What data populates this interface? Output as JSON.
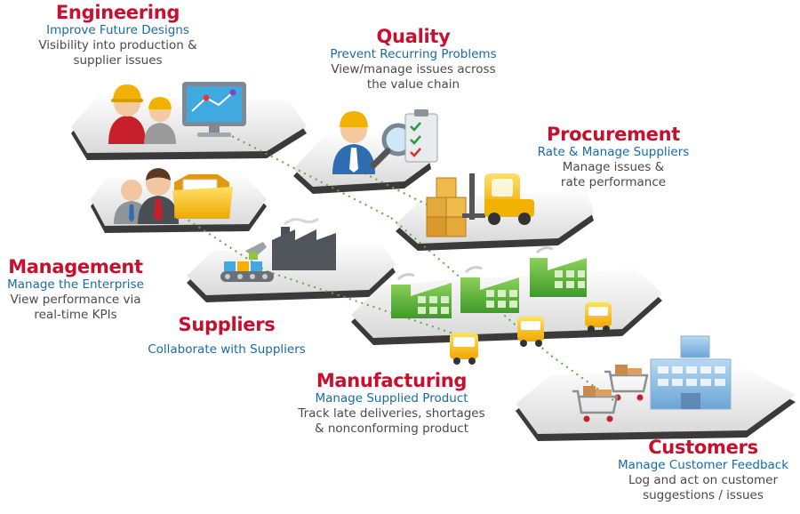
{
  "nodes": [
    {
      "id": "engineering",
      "title": "Engineering",
      "subtitle": "Improve Future Designs",
      "desc": [
        "Visibility into production &",
        "supplier issues"
      ]
    },
    {
      "id": "quality",
      "title": "Quality",
      "subtitle": "Prevent Recurring Problems",
      "desc": [
        "View/manage issues across",
        "the value chain"
      ]
    },
    {
      "id": "procurement",
      "title": "Procurement",
      "subtitle": "Rate & Manage Suppliers",
      "desc": [
        "Manage issues &",
        "rate performance"
      ]
    },
    {
      "id": "management",
      "title": "Management",
      "subtitle": "Manage the Enterprise",
      "desc": [
        "View performance via",
        "real-time KPIs"
      ]
    },
    {
      "id": "suppliers",
      "title": "Suppliers",
      "subtitle": "Collaborate with Suppliers",
      "desc": []
    },
    {
      "id": "manufacturing",
      "title": "Manufacturing",
      "subtitle": "Manage Supplied Product",
      "desc": [
        "Track late deliveries, shortages",
        "& nonconforming product"
      ]
    },
    {
      "id": "customers",
      "title": "Customers",
      "subtitle": "Manage Customer Feedback",
      "desc": [
        "Log and act on customer",
        "suggestions / issues"
      ]
    }
  ],
  "colors": {
    "title": "#c8102e",
    "subtitle": "#1a6aa6",
    "desc": "#4a4a4a",
    "connector": "#5aaa3c"
  },
  "icons": [
    "engineers-icon",
    "computer-monitor-icon",
    "inspector-icon",
    "magnifier-icon",
    "checklist-icon",
    "forklift-icon",
    "boxes-icon",
    "managers-icon",
    "folder-icon",
    "factory-icon",
    "conveyor-icon",
    "green-factory-icon",
    "truck-icon",
    "shopping-cart-icon",
    "office-building-icon"
  ]
}
